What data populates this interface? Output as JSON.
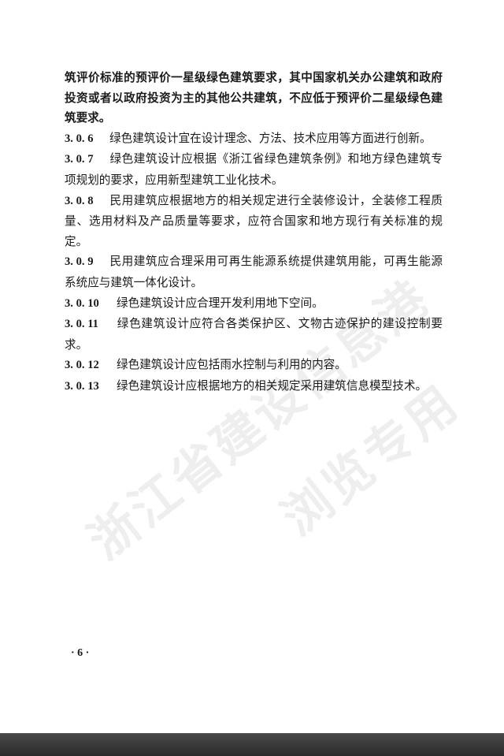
{
  "watermark": {
    "line1": "浙江省建设信息港",
    "line2": "浏览专用"
  },
  "intro": "筑评价标准的预评价一星级绿色建筑要求，其中国家机关办公建筑和政府投资或者以政府投资为主的其他公共建筑，不应低于预评价二星级绿色建筑要求。",
  "clauses": [
    {
      "num": "3. 0. 6",
      "text": "绿色建筑设计宜在设计理念、方法、技术应用等方面进行创新。"
    },
    {
      "num": "3. 0. 7",
      "text": "绿色建筑设计应根据《浙江省绿色建筑条例》和地方绿色建筑专项规划的要求，应用新型建筑工业化技术。"
    },
    {
      "num": "3. 0. 8",
      "text": "民用建筑应根据地方的相关规定进行全装修设计，全装修工程质量、选用材料及产品质量等要求，应符合国家和地方现行有关标准的规定。"
    },
    {
      "num": "3. 0. 9",
      "text": "民用建筑应合理采用可再生能源系统提供建筑用能，可再生能源系统应与建筑一体化设计。"
    },
    {
      "num": "3. 0. 10",
      "text": "绿色建筑设计应合理开发利用地下空间。"
    },
    {
      "num": "3. 0. 11",
      "text": "绿色建筑设计应符合各类保护区、文物古迹保护的建设控制要求。"
    },
    {
      "num": "3. 0. 12",
      "text": "绿色建筑设计应包括雨水控制与利用的内容。"
    },
    {
      "num": "3. 0. 13",
      "text": "绿色建筑设计应根据地方的相关规定采用建筑信息模型技术。"
    }
  ],
  "page_number": "· 6 ·"
}
